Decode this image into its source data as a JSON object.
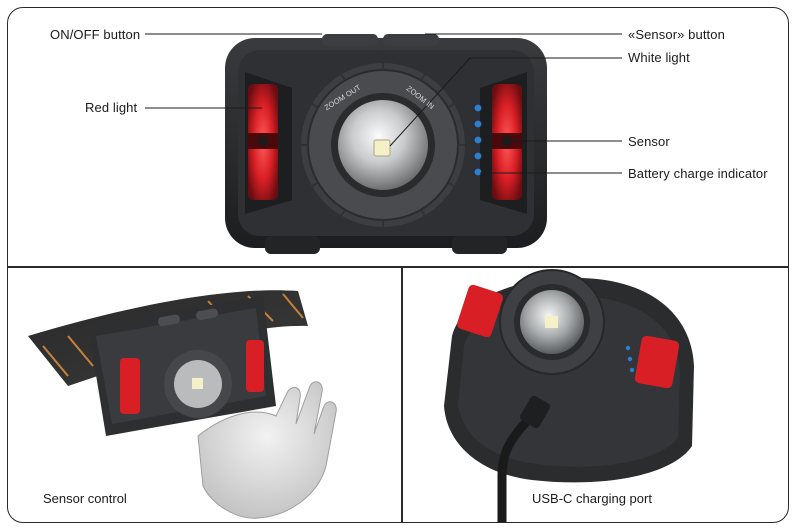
{
  "top_panel": {
    "callouts": {
      "on_off_button": "ON/OFF button",
      "red_light": "Red light",
      "sensor_button": "«Sensor» button",
      "white_light": "White light",
      "sensor": "Sensor",
      "battery_indicator": "Battery charge indicator"
    },
    "zoom_ring": {
      "zoom_out": "ZOOM OUT",
      "zoom_in": "ZOOM IN"
    },
    "colors": {
      "body": "#2b2c2e",
      "red_led": "#e0262b",
      "blue_led": "#2b7fd6",
      "white_led": "#f4f1c8"
    }
  },
  "bottom_left_panel": {
    "caption": "Sensor control"
  },
  "bottom_right_panel": {
    "caption": "USB-C charging port"
  }
}
